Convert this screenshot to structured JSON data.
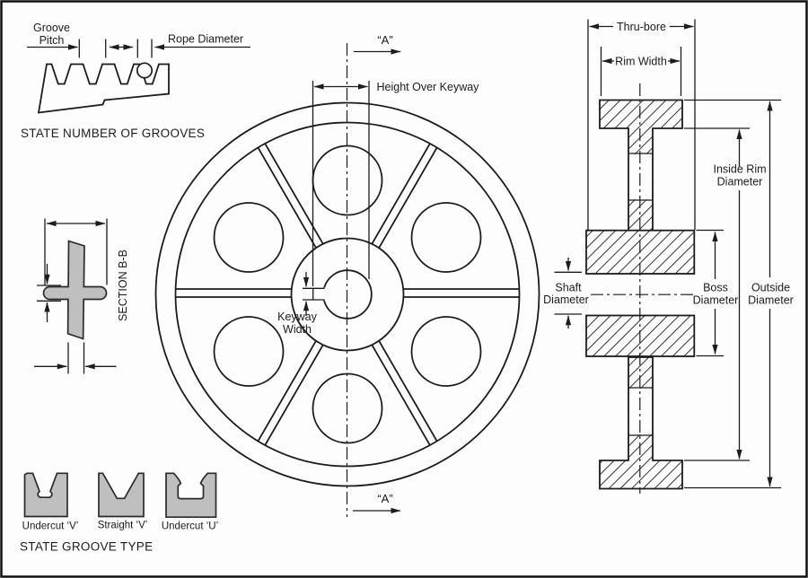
{
  "drawing": {
    "groove_detail": {
      "pitch_line1": "Groove",
      "pitch_line2": "Pitch",
      "rope_diameter": "Rope Diameter",
      "caption": "STATE NUMBER OF GROOVES"
    },
    "front_view": {
      "section_top": "“A”",
      "section_bottom": "“A”",
      "height_over_keyway": "Height Over Keyway",
      "keyway_line1": "Keyway",
      "keyway_line2": "Width"
    },
    "section_bb": {
      "label": "SECTION B-B"
    },
    "side_view": {
      "thru_bore": "Thru-bore",
      "rim_width": "Rim Width",
      "inside_rim_1": "Inside Rim",
      "inside_rim_2": "Diameter",
      "outside_1": "Outside",
      "outside_2": "Diameter",
      "boss_1": "Boss",
      "boss_2": "Diameter",
      "shaft_1": "Shaft",
      "shaft_2": "Diameter"
    },
    "groove_types": {
      "items": [
        {
          "label": "Undercut ‘V’"
        },
        {
          "label": "Straight ‘V’"
        },
        {
          "label": "Undercut ‘U’"
        }
      ],
      "caption": "STATE GROOVE TYPE"
    },
    "colors": {
      "line": "#1c1c1c",
      "gray": "#bfbfbf",
      "background": "#fdfdfd"
    }
  }
}
